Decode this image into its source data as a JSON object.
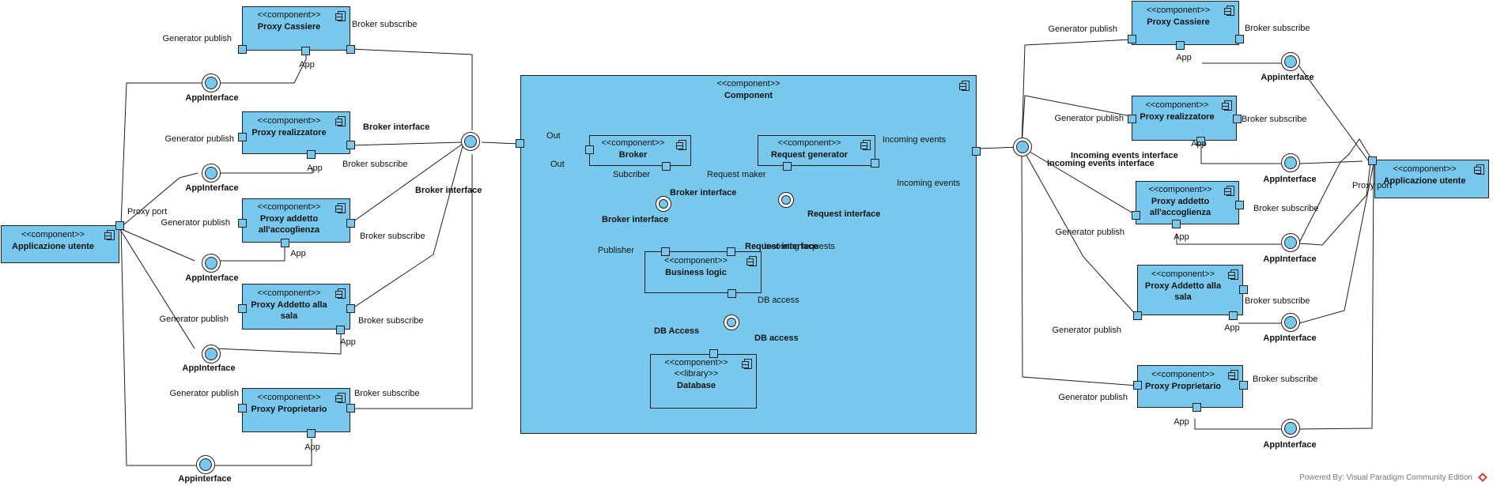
{
  "left": {
    "app_user": {
      "stereotype": "<<component>>",
      "name": "Applicazione utente"
    },
    "proxy_cassiere": {
      "stereotype": "<<component>>",
      "name": "Proxy Cassiere"
    },
    "proxy_realizzatore": {
      "stereotype": "<<component>>",
      "name": "Proxy realizzatore"
    },
    "proxy_addetto_accoglienza": {
      "stereotype": "<<component>>",
      "name_line1": "Proxy addetto",
      "name_line2": "all'accoglienza"
    },
    "proxy_addetto_sala": {
      "stereotype": "<<component>>",
      "name_line1": "Proxy Addetto alla",
      "name_line2": "sala"
    },
    "proxy_proprietario": {
      "stereotype": "<<component>>",
      "name": "Proxy Proprietario"
    },
    "labels": {
      "generator_publish": "Generator publish",
      "broker_subscribe": "Broker subscribe",
      "app": "App",
      "app_interface": "AppInterface",
      "appinterface_lower": "Appinterface",
      "broker_interface": "Broker interface",
      "proxy_port": "Proxy port"
    }
  },
  "center": {
    "component": {
      "stereotype": "<<component>>",
      "name": "Component"
    },
    "broker": {
      "stereotype": "<<component>>",
      "name": "Broker"
    },
    "request_generator": {
      "stereotype": "<<component>>",
      "name": "Request generator"
    },
    "business_logic": {
      "stereotype": "<<component>>",
      "name": "Business logic"
    },
    "database": {
      "stereotype1": "<<component>>",
      "stereotype2": "<<library>>",
      "name": "Database"
    },
    "labels": {
      "out": "Out",
      "subscriber": "Subcriber",
      "request_maker": "Request maker",
      "broker_interface": "Broker interface",
      "request_interface": "Request interface",
      "publisher": "Publisher",
      "request_interface_overlap": "Request interface",
      "incoming_requests": "Incoming requests",
      "db_access": "DB access",
      "db_access_bold": "DB Access",
      "incoming_events": "Incoming events"
    }
  },
  "right": {
    "app_user": {
      "stereotype": "<<component>>",
      "name": "Applicazione utente"
    },
    "proxy_cassiere": {
      "stereotype": "<<component>>",
      "name": "Proxy Cassiere"
    },
    "proxy_realizzatore": {
      "stereotype": "<<component>>",
      "name": "Proxy realizzatore"
    },
    "proxy_addetto_accoglienza": {
      "stereotype": "<<component>>",
      "name_line1": "Proxy addetto",
      "name_line2": "all'accoglienza"
    },
    "proxy_addetto_sala": {
      "stereotype": "<<component>>",
      "name_line1": "Proxy Addetto alla",
      "name_line2": "sala"
    },
    "proxy_proprietario": {
      "stereotype": "<<component>>",
      "name": "Proxy Proprietario"
    },
    "labels": {
      "generator_publish": "Generator publish",
      "broker_subscribe": "Broker subscribe",
      "app": "App",
      "appinterface": "AppInterface",
      "appinterface_lower": "Appinterface",
      "incoming_events_interface": "Incoming events interface",
      "proxy_port": "Proxy port"
    }
  },
  "footer": "Powered By: Visual Paradigm Community Edition",
  "colors": {
    "component_fill": "#78c8ee",
    "stroke": "#1d1d1d"
  }
}
